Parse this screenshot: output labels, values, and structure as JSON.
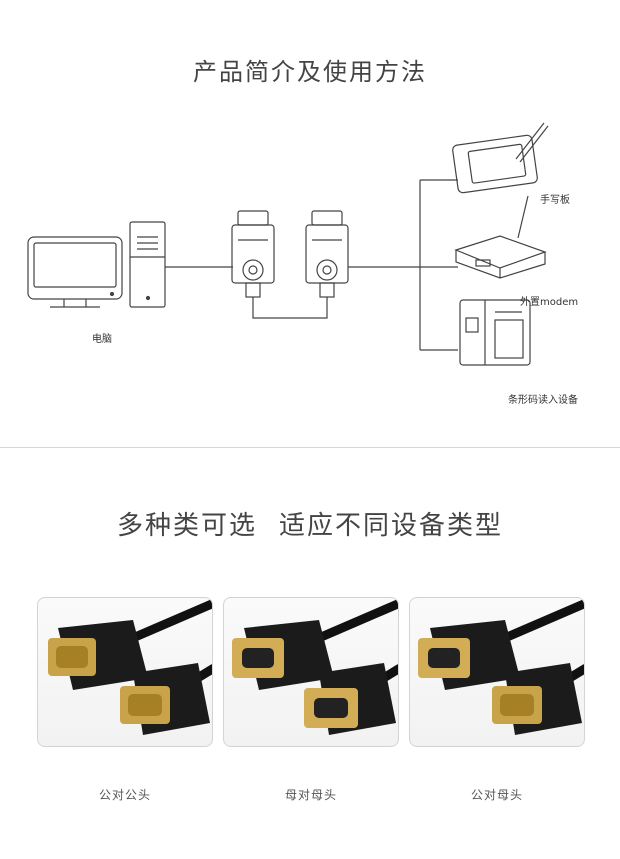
{
  "section1": {
    "title": "产品简介及使用方法",
    "devices": {
      "computer_label": "电脑",
      "tablet_label": "手写板",
      "modem_label": "外置modem",
      "barcode_label": "条形码读入设备"
    }
  },
  "section2": {
    "title_part1": "多种类可选",
    "title_part2": "适应不同设备类型",
    "products": [
      {
        "caption": "公对公头"
      },
      {
        "caption": "母对母头"
      },
      {
        "caption": "公对母头"
      }
    ]
  }
}
